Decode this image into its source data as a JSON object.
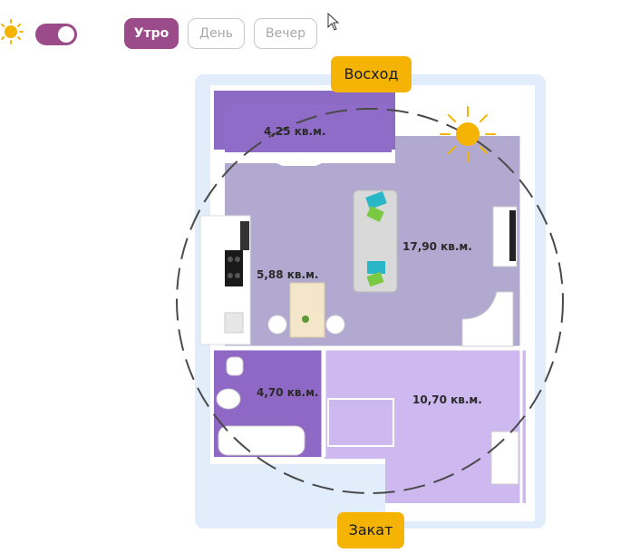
{
  "toolbar": {
    "mode_toggle_on": true,
    "time_tabs": [
      {
        "label": "Утро",
        "active": true
      },
      {
        "label": "День",
        "active": false
      },
      {
        "label": "Вечер",
        "active": false
      }
    ]
  },
  "compass": {
    "sunrise_label": "Восход",
    "sunset_label": "Закат"
  },
  "rooms": [
    {
      "area": "4,25 кв.м."
    },
    {
      "area": "17,90 кв.м."
    },
    {
      "area": "5,88 кв.м."
    },
    {
      "area": "4,70 кв.м."
    },
    {
      "area": "10,70 кв.м."
    }
  ],
  "colors": {
    "accent": "#9c4b8a",
    "sun": "#f5b304",
    "living": "#b1a9cf",
    "loggia": "#8b6bc4",
    "bathroom": "#8f67c4",
    "bedroom": "#cdb8f0",
    "plan_background": "#e2edfb"
  }
}
